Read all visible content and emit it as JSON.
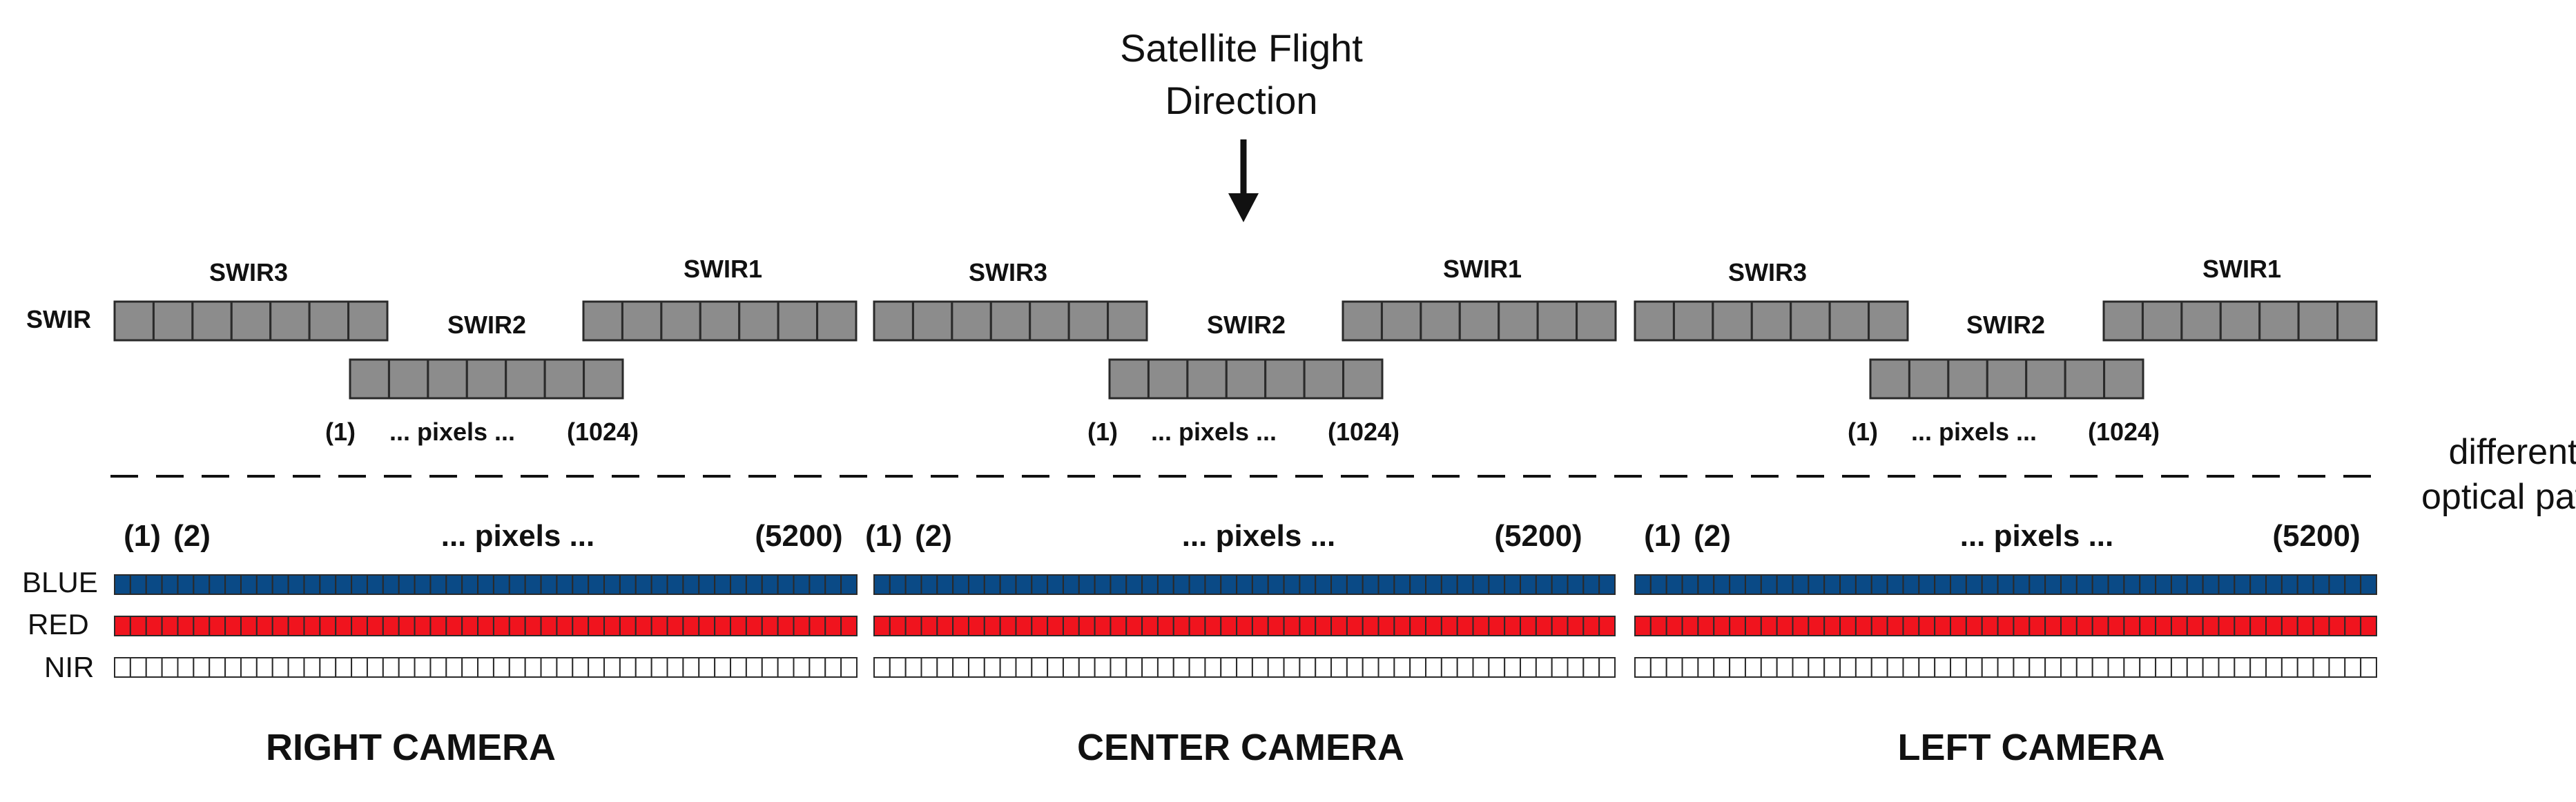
{
  "title": {
    "line1": "Satellite Flight",
    "line2": "Direction"
  },
  "swir_row_label": "SWIR",
  "band_labels": {
    "blue": "BLUE",
    "red": "RED",
    "nir": "NIR"
  },
  "optical_path_note": {
    "line1": "different",
    "line2": "optical path"
  },
  "cameras": [
    {
      "name": "RIGHT CAMERA",
      "swir": {
        "swir3": "SWIR3",
        "swir2": "SWIR2",
        "swir1": "SWIR1"
      },
      "swir_pixels": {
        "first": "(1)",
        "middle": "... pixels ...",
        "last": "(1024)"
      },
      "vnir_pixels": {
        "first": "(1)",
        "second": "(2)",
        "middle": "... pixels ...",
        "last": "(5200)"
      }
    },
    {
      "name": "CENTER CAMERA",
      "swir": {
        "swir3": "SWIR3",
        "swir2": "SWIR2",
        "swir1": "SWIR1"
      },
      "swir_pixels": {
        "first": "(1)",
        "middle": "... pixels ...",
        "last": "(1024)"
      },
      "vnir_pixels": {
        "first": "(1)",
        "second": "(2)",
        "middle": "... pixels ...",
        "last": "(5200)"
      }
    },
    {
      "name": "LEFT CAMERA",
      "swir": {
        "swir3": "SWIR3",
        "swir2": "SWIR2",
        "swir1": "SWIR1"
      },
      "swir_pixels": {
        "first": "(1)",
        "middle": "... pixels ...",
        "last": "(1024)"
      },
      "vnir_pixels": {
        "first": "(1)",
        "second": "(2)",
        "middle": "... pixels ...",
        "last": "(5200)"
      }
    }
  ],
  "colors": {
    "swir_block": "#8c8c8c",
    "blue_band": "#0a4a86",
    "red_band": "#f0141e",
    "nir_band": "#ffffff",
    "outline": "#2a2a2a"
  }
}
